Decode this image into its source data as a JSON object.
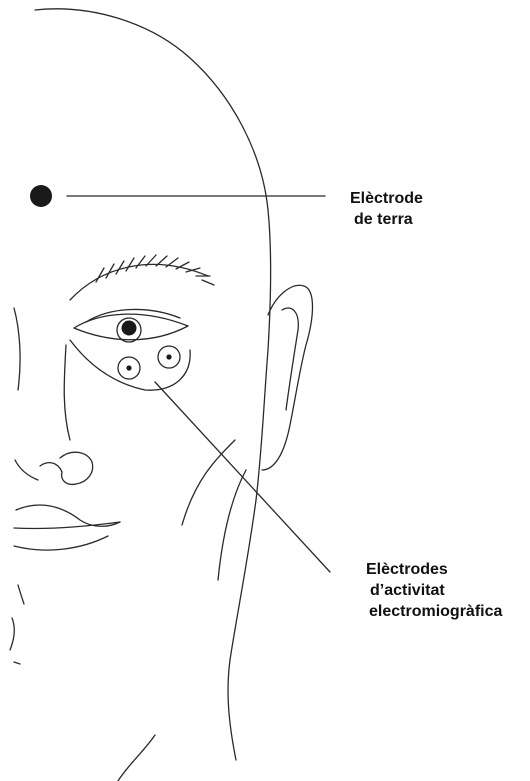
{
  "labels": {
    "ground_electrode": {
      "line1": "Elèctrode",
      "line2": "de terra"
    },
    "emg_electrodes": {
      "line1": "Elèctrodes",
      "line2": "d’activitat",
      "line3": "electromiogràfica"
    }
  },
  "colors": {
    "ink": "#2a2a2a",
    "electrode_fill": "#1a1a1a",
    "background": "#ffffff"
  }
}
